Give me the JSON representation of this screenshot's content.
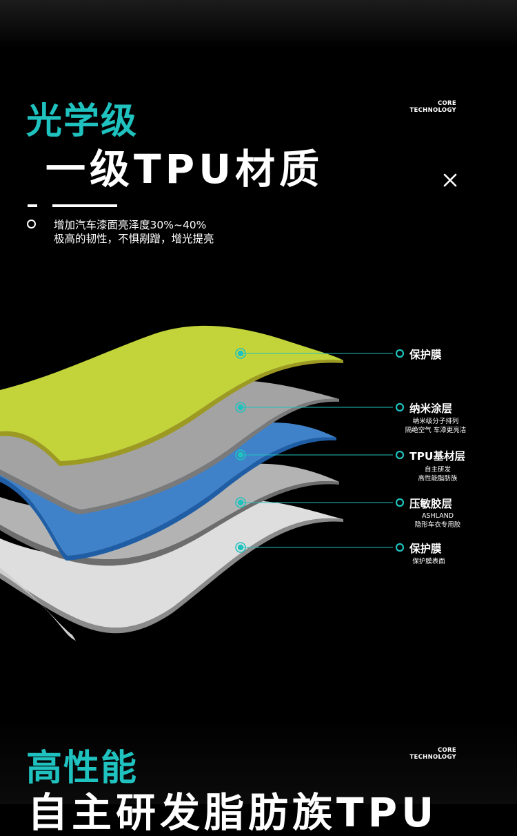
{
  "section1": {
    "kicker": "光学级",
    "core_line1": "CORE",
    "core_line2": "TECHNOLOGY",
    "title": "一级TPU材质",
    "close_icon": "close-icon",
    "desc_line1": "增加汽车漆面亮泽度30%~40%",
    "desc_line2": "极高的韧性，不惧剐蹭，增光提亮"
  },
  "layers": [
    {
      "label": "保护膜",
      "color": "#c3d43a",
      "sub": []
    },
    {
      "label": "纳米涂层",
      "color": "#9b9b9b",
      "sub": [
        "纳米级分子排列",
        "隔绝空气 车漆更亮洁"
      ]
    },
    {
      "label": "TPU基材层",
      "color": "#3f82c9",
      "sub": [
        "自主研发",
        "高性能脂肪族"
      ]
    },
    {
      "label": "压敏胶层",
      "color": "#a9a9a9",
      "sub": [
        "ASHLAND",
        "隐形车衣专用胶"
      ]
    },
    {
      "label": "保护膜",
      "color": "#dcdcdc",
      "sub": [
        "保护膜表面"
      ]
    }
  ],
  "accent": "#1fc2bf",
  "section2": {
    "kicker": "高性能",
    "core_line1": "CORE",
    "core_line2": "TECHNOLOGY",
    "title": "自主研发脂肪族TPU"
  }
}
